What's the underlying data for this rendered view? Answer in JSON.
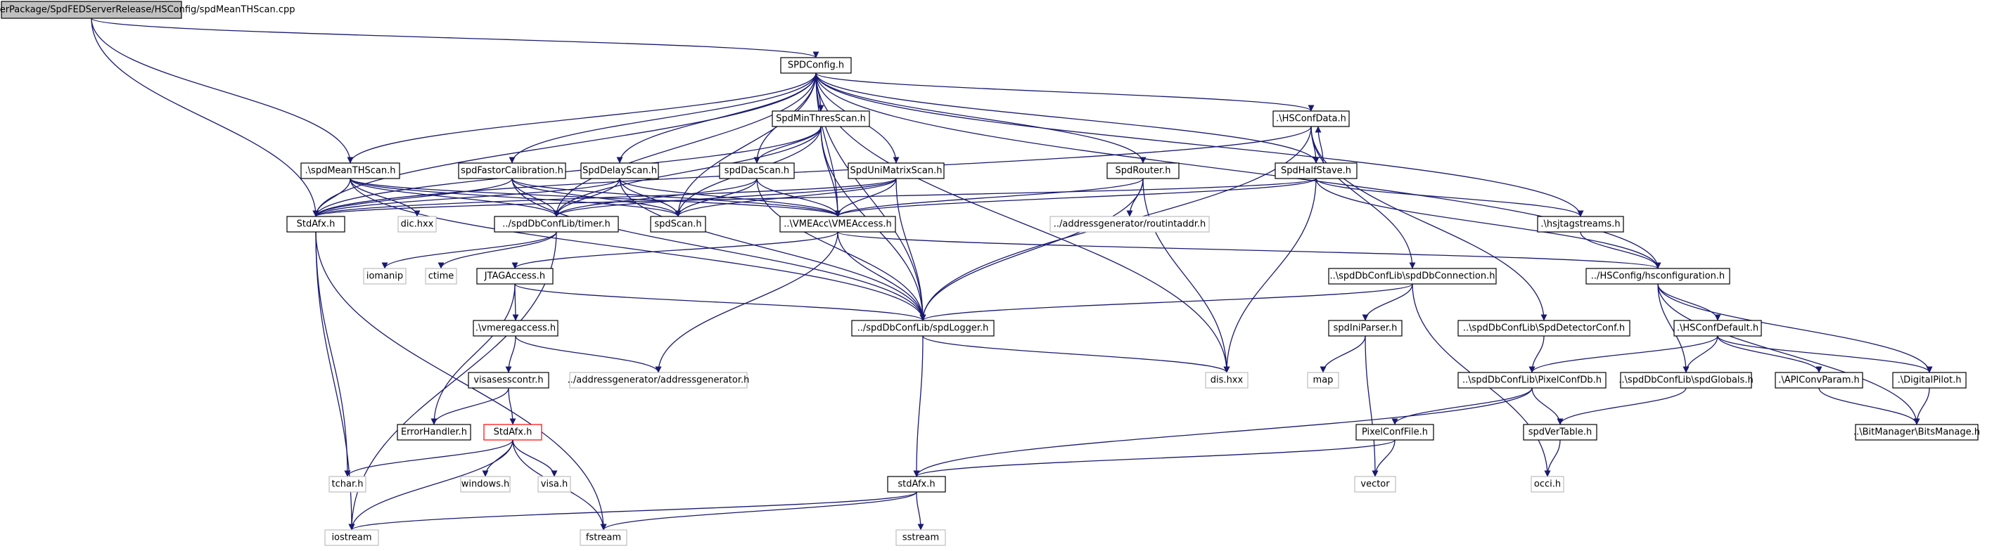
{
  "colors": {
    "edge": "#191970",
    "text": "#000000",
    "normal_border": "#000000",
    "external_border": "#bfbfbf",
    "root_fill": "#bfbfbf",
    "highlight_border": "#ff0000",
    "background": "#ffffff"
  },
  "nodes": [
    {
      "id": "root",
      "label": "F:/projectos/SpdFEDServerPackage/SpdFEDServerRelease/HSConfig/spdMeanTHScan.cpp",
      "kind": "root"
    },
    {
      "id": "spdconfig",
      "label": "SPDConfig.h",
      "kind": "normal"
    },
    {
      "id": "minthres",
      "label": "SpdMinThresScan.h",
      "kind": "normal"
    },
    {
      "id": "hsconfdata",
      "label": ".\\HSConfData.h",
      "kind": "normal"
    },
    {
      "id": "meanth",
      "label": ".\\spdMeanTHScan.h",
      "kind": "normal"
    },
    {
      "id": "fastorcal",
      "label": "spdFastorCalibration.h",
      "kind": "normal"
    },
    {
      "id": "delayscan",
      "label": "SpdDelayScan.h",
      "kind": "normal"
    },
    {
      "id": "dacscan",
      "label": "spdDacScan.h",
      "kind": "normal"
    },
    {
      "id": "unimatrix",
      "label": "SpdUniMatrixScan.h",
      "kind": "normal"
    },
    {
      "id": "router",
      "label": "SpdRouter.h",
      "kind": "normal"
    },
    {
      "id": "halfstave",
      "label": "SpdHalfStave.h",
      "kind": "normal"
    },
    {
      "id": "stdafx1",
      "label": "StdAfx.h",
      "kind": "normal"
    },
    {
      "id": "dichxx",
      "label": "dic.hxx",
      "kind": "external"
    },
    {
      "id": "timer",
      "label": "../spdDbConfLib/timer.h",
      "kind": "normal"
    },
    {
      "id": "spdscan",
      "label": "spdScan.h",
      "kind": "normal"
    },
    {
      "id": "vmeaccess",
      "label": "..\\VMEAcc\\VMEAccess.h",
      "kind": "normal"
    },
    {
      "id": "routintaddr",
      "label": "../addressgenerator/routintaddr.h",
      "kind": "external"
    },
    {
      "id": "hsjtag",
      "label": ".\\hsjtagstreams.h",
      "kind": "normal"
    },
    {
      "id": "hsconfiguration",
      "label": "../HSConfig/hsconfiguration.h",
      "kind": "normal"
    },
    {
      "id": "iomanip",
      "label": "iomanip",
      "kind": "external"
    },
    {
      "id": "ctime",
      "label": "ctime",
      "kind": "external"
    },
    {
      "id": "jtagaccess",
      "label": "JTAGAccess.h",
      "kind": "normal"
    },
    {
      "id": "dbconnection",
      "label": "..\\spdDbConfLib\\spdDbConnection.h",
      "kind": "normal"
    },
    {
      "id": "vmeregaccess",
      "label": ".\\vmeregaccess.h",
      "kind": "normal"
    },
    {
      "id": "spdlogger",
      "label": "../spdDbConfLib/spdLogger.h",
      "kind": "normal"
    },
    {
      "id": "inifparser",
      "label": "spdIniParser.h",
      "kind": "normal"
    },
    {
      "id": "detectorconf",
      "label": "..\\spdDbConfLib\\SpdDetectorConf.h",
      "kind": "normal"
    },
    {
      "id": "hsconfdefault",
      "label": ".\\HSConfDefault.h",
      "kind": "normal"
    },
    {
      "id": "visasess",
      "label": "visasesscontr.h",
      "kind": "normal"
    },
    {
      "id": "addrgen",
      "label": "../addressgenerator/addressgenerator.h",
      "kind": "external"
    },
    {
      "id": "dishxx",
      "label": "dis.hxx",
      "kind": "external"
    },
    {
      "id": "map",
      "label": "map",
      "kind": "external"
    },
    {
      "id": "pixelconfdb",
      "label": "..\\spdDbConfLib\\PixelConfDb.h",
      "kind": "normal"
    },
    {
      "id": "spdglobals",
      "label": "..\\spdDbConfLib\\spdGlobals.h",
      "kind": "normal"
    },
    {
      "id": "apiconv",
      "label": ".\\APIConvParam.h",
      "kind": "normal"
    },
    {
      "id": "digitalpilot",
      "label": ".\\DigitalPilot.h",
      "kind": "normal"
    },
    {
      "id": "errorhandler",
      "label": "ErrorHandler.h",
      "kind": "normal"
    },
    {
      "id": "stdafx2",
      "label": "StdAfx.h",
      "kind": "highlight"
    },
    {
      "id": "pixelconffile",
      "label": "PixelConfFile.h",
      "kind": "normal"
    },
    {
      "id": "verttable",
      "label": "spdVerTable.h",
      "kind": "normal"
    },
    {
      "id": "bitsmanage",
      "label": "..\\BitManager\\BitsManage.h",
      "kind": "normal"
    },
    {
      "id": "tchar",
      "label": "tchar.h",
      "kind": "external"
    },
    {
      "id": "windows",
      "label": "windows.h",
      "kind": "external"
    },
    {
      "id": "visa",
      "label": "visa.h",
      "kind": "external"
    },
    {
      "id": "stdafx3",
      "label": "stdAfx.h",
      "kind": "normal"
    },
    {
      "id": "vector",
      "label": "vector",
      "kind": "external"
    },
    {
      "id": "occi",
      "label": "occi.h",
      "kind": "external"
    },
    {
      "id": "iostream",
      "label": "iostream",
      "kind": "external"
    },
    {
      "id": "fstream",
      "label": "fstream",
      "kind": "external"
    },
    {
      "id": "sstream",
      "label": "sstream",
      "kind": "external"
    }
  ],
  "edges": [
    [
      "root",
      "spdconfig"
    ],
    [
      "root",
      "meanth"
    ],
    [
      "root",
      "stdafx1"
    ],
    [
      "spdconfig",
      "minthres"
    ],
    [
      "spdconfig",
      "hsconfdata"
    ],
    [
      "spdconfig",
      "meanth"
    ],
    [
      "spdconfig",
      "fastorcal"
    ],
    [
      "spdconfig",
      "delayscan"
    ],
    [
      "spdconfig",
      "dacscan"
    ],
    [
      "spdconfig",
      "unimatrix"
    ],
    [
      "spdconfig",
      "router"
    ],
    [
      "spdconfig",
      "halfstave"
    ],
    [
      "spdconfig",
      "stdafx1"
    ],
    [
      "spdconfig",
      "hsjtag"
    ],
    [
      "spdconfig",
      "hsconfiguration"
    ],
    [
      "spdconfig",
      "spdscan"
    ],
    [
      "spdconfig",
      "dishxx"
    ],
    [
      "spdconfig",
      "timer"
    ],
    [
      "spdconfig",
      "spdlogger"
    ],
    [
      "spdconfig",
      "vmeaccess"
    ],
    [
      "minthres",
      "dacscan"
    ],
    [
      "minthres",
      "spdscan"
    ],
    [
      "minthres",
      "timer"
    ],
    [
      "minthres",
      "vmeaccess"
    ],
    [
      "minthres",
      "stdafx1"
    ],
    [
      "minthres",
      "spdlogger"
    ],
    [
      "hsconfdata",
      "halfstave"
    ],
    [
      "hsconfdata",
      "stdafx1"
    ],
    [
      "hsconfdata",
      "dbconnection"
    ],
    [
      "hsconfdata",
      "detectorconf"
    ],
    [
      "hsconfdata",
      "spdlogger"
    ],
    [
      "halfstave",
      "hsconfdata"
    ],
    [
      "halfstave",
      "hsjtag"
    ],
    [
      "halfstave",
      "hsconfiguration"
    ],
    [
      "halfstave",
      "vmeaccess"
    ],
    [
      "halfstave",
      "dishxx"
    ],
    [
      "halfstave",
      "stdafx1"
    ],
    [
      "meanth",
      "stdafx1"
    ],
    [
      "meanth",
      "dichxx"
    ],
    [
      "meanth",
      "timer"
    ],
    [
      "meanth",
      "spdscan"
    ],
    [
      "meanth",
      "vmeaccess"
    ],
    [
      "meanth",
      "spdlogger"
    ],
    [
      "fastorcal",
      "stdafx1"
    ],
    [
      "fastorcal",
      "timer"
    ],
    [
      "fastorcal",
      "vmeaccess"
    ],
    [
      "fastorcal",
      "spdlogger"
    ],
    [
      "fastorcal",
      "spdscan"
    ],
    [
      "delayscan",
      "stdafx1"
    ],
    [
      "delayscan",
      "timer"
    ],
    [
      "delayscan",
      "spdscan"
    ],
    [
      "delayscan",
      "vmeaccess"
    ],
    [
      "delayscan",
      "spdlogger"
    ],
    [
      "dacscan",
      "spdscan"
    ],
    [
      "dacscan",
      "timer"
    ],
    [
      "dacscan",
      "vmeaccess"
    ],
    [
      "dacscan",
      "spdlogger"
    ],
    [
      "unimatrix",
      "spdscan"
    ],
    [
      "unimatrix",
      "timer"
    ],
    [
      "unimatrix",
      "vmeaccess"
    ],
    [
      "unimatrix",
      "spdlogger"
    ],
    [
      "unimatrix",
      "stdafx1"
    ],
    [
      "router",
      "vmeaccess"
    ],
    [
      "router",
      "routintaddr"
    ],
    [
      "router",
      "dishxx"
    ],
    [
      "router",
      "spdlogger"
    ],
    [
      "stdafx1",
      "tchar"
    ],
    [
      "stdafx1",
      "iostream"
    ],
    [
      "stdafx1",
      "fstream"
    ],
    [
      "timer",
      "iomanip"
    ],
    [
      "timer",
      "ctime"
    ],
    [
      "timer",
      "iostream"
    ],
    [
      "vmeaccess",
      "jtagaccess"
    ],
    [
      "vmeaccess",
      "addrgen"
    ],
    [
      "vmeaccess",
      "spdlogger"
    ],
    [
      "vmeaccess",
      "hsconfiguration"
    ],
    [
      "hsjtag",
      "hsconfiguration"
    ],
    [
      "hsconfiguration",
      "hsconfdefault"
    ],
    [
      "hsconfiguration",
      "spdglobals"
    ],
    [
      "hsconfiguration",
      "digitalpilot"
    ],
    [
      "hsconfiguration",
      "bitsmanage"
    ],
    [
      "jtagaccess",
      "vmeregaccess"
    ],
    [
      "jtagaccess",
      "spdlogger"
    ],
    [
      "jtagaccess",
      "errorhandler"
    ],
    [
      "dbconnection",
      "spdlogger"
    ],
    [
      "dbconnection",
      "inifparser"
    ],
    [
      "dbconnection",
      "occi"
    ],
    [
      "vmeregaccess",
      "visasess"
    ],
    [
      "vmeregaccess",
      "addrgen"
    ],
    [
      "spdlogger",
      "dishxx"
    ],
    [
      "spdlogger",
      "stdafx3"
    ],
    [
      "inifparser",
      "map"
    ],
    [
      "inifparser",
      "vector"
    ],
    [
      "detectorconf",
      "pixelconfdb"
    ],
    [
      "hsconfdefault",
      "pixelconfdb"
    ],
    [
      "hsconfdefault",
      "spdglobals"
    ],
    [
      "hsconfdefault",
      "apiconv"
    ],
    [
      "hsconfdefault",
      "digitalpilot"
    ],
    [
      "visasess",
      "errorhandler"
    ],
    [
      "visasess",
      "stdafx2"
    ],
    [
      "pixelconfdb",
      "pixelconffile"
    ],
    [
      "pixelconfdb",
      "verttable"
    ],
    [
      "pixelconfdb",
      "stdafx3"
    ],
    [
      "spdglobals",
      "verttable"
    ],
    [
      "apiconv",
      "bitsmanage"
    ],
    [
      "digitalpilot",
      "bitsmanage"
    ],
    [
      "stdafx2",
      "tchar"
    ],
    [
      "stdafx2",
      "windows"
    ],
    [
      "stdafx2",
      "visa"
    ],
    [
      "stdafx2",
      "iostream"
    ],
    [
      "stdafx2",
      "fstream"
    ],
    [
      "pixelconffile",
      "stdafx3"
    ],
    [
      "pixelconffile",
      "vector"
    ],
    [
      "verttable",
      "occi"
    ],
    [
      "stdafx3",
      "iostream"
    ],
    [
      "stdafx3",
      "fstream"
    ],
    [
      "stdafx3",
      "sstream"
    ]
  ]
}
